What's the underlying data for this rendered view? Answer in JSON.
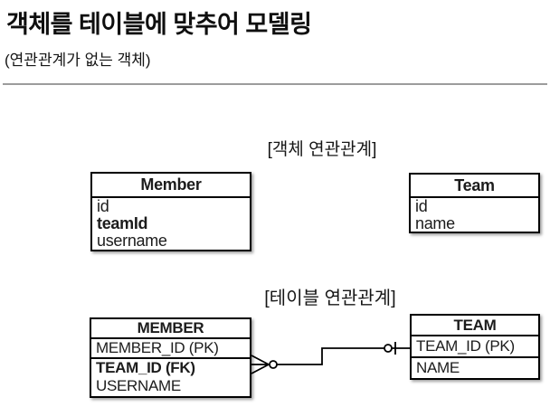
{
  "page": {
    "title": "객체를 테이블에 맞추어 모델링",
    "subtitle": "(연관관계가 없는 객체)"
  },
  "object_relation": {
    "label": "[객체 연관관계]",
    "member": {
      "name": "Member",
      "rows": [
        "id",
        "teamId",
        "username"
      ]
    },
    "team": {
      "name": "Team",
      "rows": [
        "id",
        "name"
      ]
    }
  },
  "table_relation": {
    "label": "[테이블 연관관계]",
    "member": {
      "name": "MEMBER",
      "rows": [
        "MEMBER_ID (PK)",
        "TEAM_ID (FK)",
        "USERNAME"
      ]
    },
    "team": {
      "name": "TEAM",
      "rows": [
        "TEAM_ID (PK)",
        "NAME"
      ]
    }
  },
  "colors": {
    "background": "#ffffff",
    "text": "#111111",
    "entity_border": "#000000",
    "connector_line": "#000000",
    "title_divider": "#9c9c9c"
  }
}
